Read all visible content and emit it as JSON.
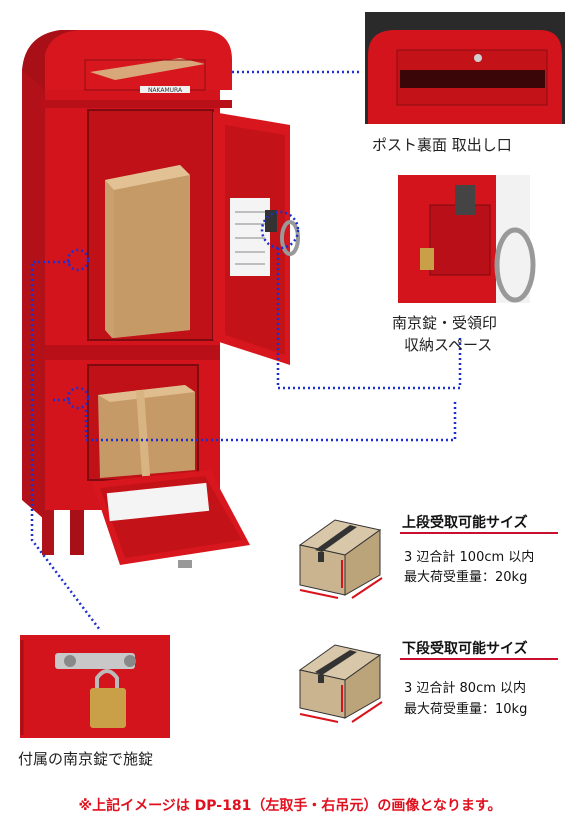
{
  "captions": {
    "back_outlet": "ポスト裏面 取出し口",
    "padlock_line1": "南京錠・受領印",
    "padlock_line2": "収納スペース",
    "padlock_included": "付属の南京錠で施錠"
  },
  "product_brand": "NAKAMURA",
  "upper_spec": {
    "title": "上段受取可能サイズ",
    "line1": "3 辺合計 100cm 以内",
    "line2": "最大荷受重量：20kg"
  },
  "lower_spec": {
    "title": "下段受取可能サイズ",
    "line1": "3 辺合計 80cm 以内",
    "line2": "最大荷受重量：10kg"
  },
  "footnote": "※上記イメージは DP-181（左取手・右吊元）の画像となります。",
  "colors": {
    "body_red": "#d4141c",
    "accent_blue": "#1a2fd0",
    "footnote_red": "#e0101e"
  }
}
